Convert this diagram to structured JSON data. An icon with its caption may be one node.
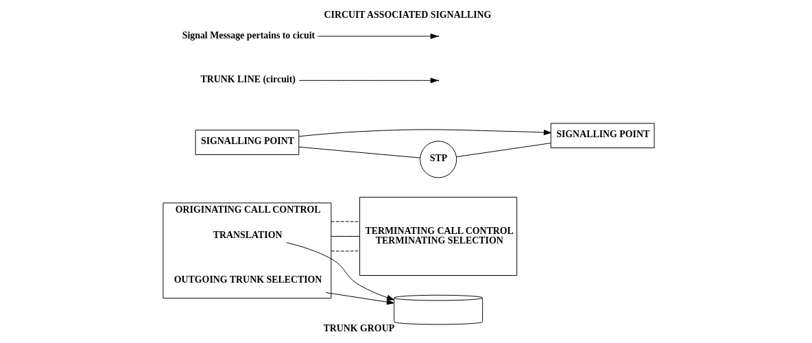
{
  "diagram": {
    "title": "CIRCUIT ASSOCIATED SIGNALLING",
    "nodes": [
      {
        "text": [
          "ORIGINATING CALL CONTROL"
        ]
      },
      {
        "text": [
          "TRANSLATION"
        ],
        "in": 0
      },
      {
        "text": [
          "OUTGOING TRUNK SELECTION"
        ],
        "in": 0
      },
      {
        "text": [
          "SIGNALLING POINT"
        ]
      },
      {
        "text": [
          "TERMINATING CALL CONTROL",
          "TERMINATING SELECTION"
        ]
      },
      {
        "text": [
          "SIGNALLING POINT"
        ]
      },
      {
        "text": [],
        "shape": "cylinder",
        "beside": [
          "TRUNK GROUP"
        ]
      },
      {
        "text": [
          "TRUNK LINE (circuit)"
        ]
      },
      {
        "text": [
          "STP"
        ]
      },
      {
        "text": [
          "Signal Message pertains to cicuit"
        ]
      }
    ],
    "edges": [
      {
        "from": 1,
        "to": 6,
        "arrow": "to"
      },
      {
        "from": 2,
        "to": 6,
        "arrow": "to"
      },
      {
        "from": 0,
        "to": 4,
        "arrow": "none",
        "style": "dashed"
      },
      {
        "from": 0,
        "to": 4,
        "arrow": "none"
      },
      {
        "from": 0,
        "to": 4,
        "arrow": "none",
        "style": "dashed"
      },
      {
        "from": 7,
        "to": null,
        "arrow": "to"
      },
      {
        "from": 9,
        "to": null,
        "arrow": "to"
      },
      {
        "from": 3,
        "to": 5,
        "arrow": "to"
      },
      {
        "from": 3,
        "to": 8,
        "arrow": "none"
      },
      {
        "from": 8,
        "to": 5,
        "arrow": "none"
      }
    ]
  }
}
